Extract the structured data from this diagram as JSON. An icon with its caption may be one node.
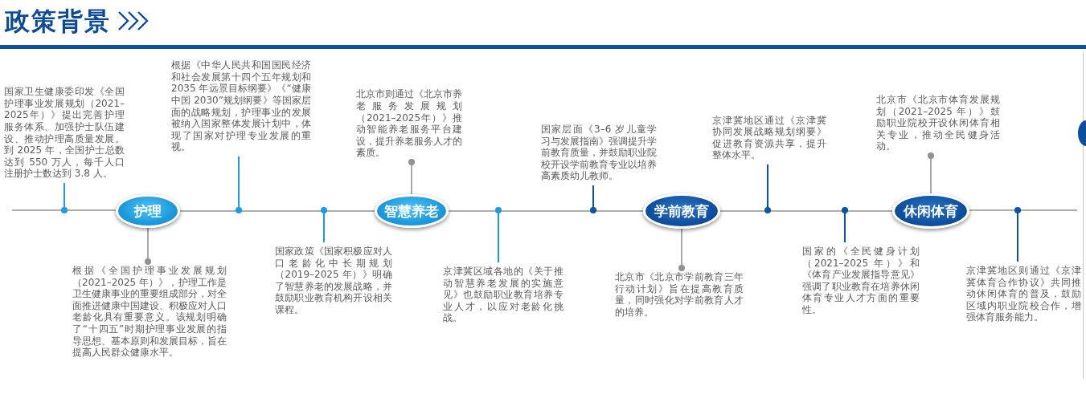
{
  "diagram": {
    "title": "政策背景",
    "nodes": [
      {
        "text": [
          "国家卫生健康委印发《全国护理事业发展规划（2021–2025年）》提出完善护理服务体系、加强护士队伍建设、推动护理高质量发展。到 2025 年，全国护士总数达到 550 万人，每千人口注册护士数达到 3.8 人。"
        ]
      },
      {
        "text": [
          "根据《中华人民共和国国民经济和社会发展第十四个五年规划和2035 年远景目标纲要》《“健康中国 2030”规划纲要》等国家层面的战略规划，护理事业的发展被纳入国家整体发展计划中，体现了国家对护理专业发展的重视。"
        ]
      },
      {
        "text": [
          "护理"
        ]
      },
      {
        "text": [
          "根据《全国护理事业发展规划（2021–2025 年）》，护理工作是卫生健康事业的重要组成部分，对全面推进健康中国建设、积极应对人口老龄化具有重要意义。该规划明确了“十四五”时期护理事业发展的指导思想、基本原则和发展目标，旨在提高人民群众健康水平。"
        ]
      },
      {
        "text": [
          "国家政策《国家积极应对人口老龄化中长期规划（2019–2025 年）》明确了智慧养老的发展战略，并鼓励职业教育机构开设相关课程。"
        ]
      },
      {
        "text": [
          "北京市则通过《北京市养老服务发展规划（2021–2025年）》推动智能养老服务平台建设，提升养老服务人才的素质。"
        ]
      },
      {
        "text": [
          "智慧养老"
        ]
      },
      {
        "text": [
          "京津冀区域各地的《关于推动智慧养老发展的实施意见》也鼓励职业教育培养专业人才，以应对老龄化挑战。"
        ]
      },
      {
        "text": [
          "国家层面《3–6 岁儿童学习与发展指南》强调提升学前教育质量，并鼓励职业院校开设学前教育专业以培养高素质幼儿教师。"
        ]
      },
      {
        "text": [
          "学前教育"
        ]
      },
      {
        "text": [
          "北京市《北京市学前教育三年行动计划》旨在提高教育质量，同时强化对学前教育人才的培养。"
        ]
      },
      {
        "text": [
          "京津冀地区通过《京津冀协同发展战略规划纲要》促进教育资源共享，提升整体水平。"
        ]
      },
      {
        "text": [
          "国家的《全民健身计划（2021–2025 年）》和《体育产业发展指导意见》强调了职业教育在培养休闲体育专业人才方面的重要性。"
        ]
      },
      {
        "text": [
          "北京市《北京市体育发展规划（2021–2025 年）》鼓励职业院校开设休闲体育相关专业，推动全民健身活动。"
        ]
      },
      {
        "text": [
          "休闲体育"
        ]
      },
      {
        "text": [
          "京津冀地区则通过《京津冀体育合作协议》共同推动休闲体育的普及，鼓励区域内职业院校合作，增强体育服务能力。"
        ]
      }
    ],
    "edges": [
      {
        "from": null,
        "to": 2,
        "arrow": "none"
      },
      {
        "from": 2,
        "to": 6,
        "arrow": "none"
      },
      {
        "from": 6,
        "to": 9,
        "arrow": "none"
      },
      {
        "from": 9,
        "to": 14,
        "arrow": "none"
      },
      {
        "from": 14,
        "to": null,
        "arrow": "none"
      },
      {
        "from": 0,
        "to": null,
        "arrow": "other",
        "color": "#1e9be0"
      },
      {
        "from": 1,
        "to": null,
        "arrow": "other",
        "color": "#1e9be0"
      },
      {
        "from": 2,
        "to": 3,
        "arrow": "other"
      },
      {
        "from": 4,
        "to": null,
        "arrow": "other",
        "color": "#1e9be0"
      },
      {
        "from": 6,
        "to": 5,
        "arrow": "other"
      },
      {
        "from": 7,
        "to": null,
        "arrow": "other",
        "color": "#1e9be0"
      },
      {
        "from": 8,
        "to": null,
        "arrow": "other",
        "color": "#0b55a5"
      },
      {
        "from": 9,
        "to": 10,
        "arrow": "other"
      },
      {
        "from": 11,
        "to": null,
        "arrow": "other",
        "color": "#0b55a5"
      },
      {
        "from": 12,
        "to": null,
        "arrow": "other",
        "color": "#0b55a5"
      },
      {
        "from": 14,
        "to": 13,
        "arrow": "other"
      },
      {
        "from": 15,
        "to": null,
        "arrow": "other",
        "color": "#0b55a5"
      }
    ]
  }
}
